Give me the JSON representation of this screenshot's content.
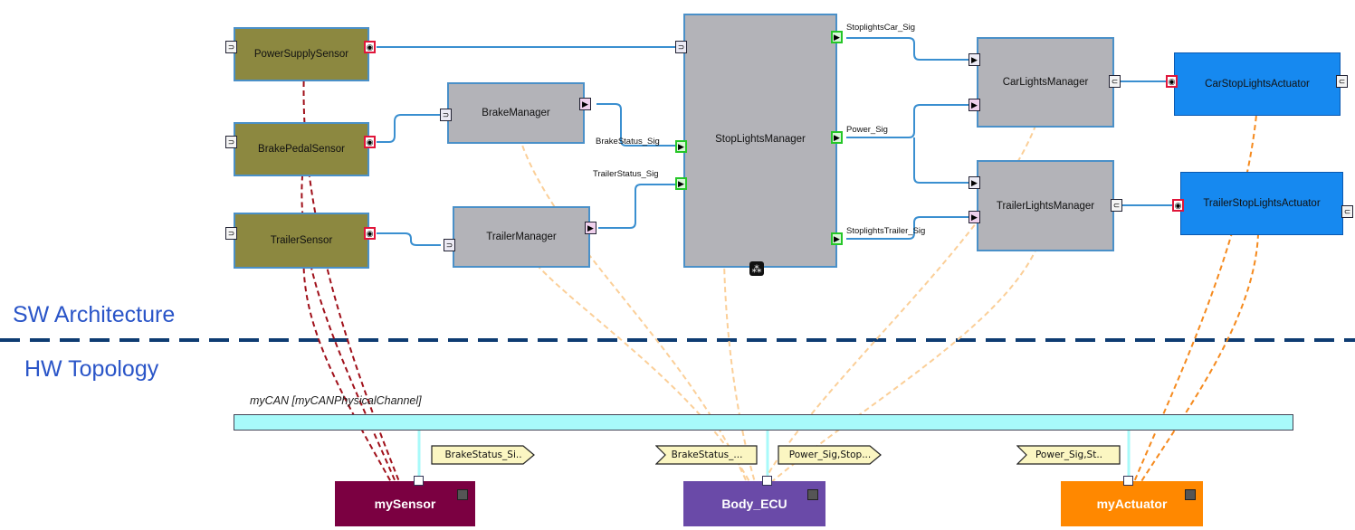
{
  "sections": {
    "sw_label": "SW Architecture",
    "hw_label": "HW Topology"
  },
  "components": {
    "power_supply_sensor": "PowerSupplySensor",
    "brake_pedal_sensor": "BrakePedalSensor",
    "trailer_sensor": "TrailerSensor",
    "brake_manager": "BrakeManager",
    "trailer_manager": "TrailerManager",
    "stop_lights_manager": "StopLightsManager",
    "car_lights_manager": "CarLightsManager",
    "trailer_lights_manager": "TrailerLightsManager",
    "car_stop_lights_actuator": "CarStopLightsActuator",
    "trailer_stop_lights_actuator": "TrailerStopLightsActuator"
  },
  "signals": {
    "brake_status": "BrakeStatus_Sig",
    "trailer_status": "TrailerStatus_Sig",
    "stoplights_car": "StoplightsCar_Sig",
    "power": "Power_Sig",
    "stoplights_trailer": "StoplightsTrailer_Sig"
  },
  "bus": {
    "label": "myCAN [myCANPhysicalChannel]"
  },
  "frames": {
    "sensor_tx": "BrakeStatus_Si..",
    "ecu_rx": "BrakeStatus_...",
    "ecu_tx": "Power_Sig,Stop...",
    "actuator_rx": "Power_Sig,St.."
  },
  "ecus": {
    "sensor": {
      "label": "mySensor",
      "color": "#7b0041"
    },
    "body": {
      "label": "Body_ECU",
      "color": "#6a4aa8"
    },
    "actuator": {
      "label": "myActuator",
      "color": "#ff8800"
    }
  },
  "colors": {
    "connector": "#3a8fd0",
    "mapping_sensor": "#a0101a",
    "mapping_body": "#fbcf98",
    "mapping_actuator": "#f58a1e",
    "separator": "#0e3c72"
  }
}
